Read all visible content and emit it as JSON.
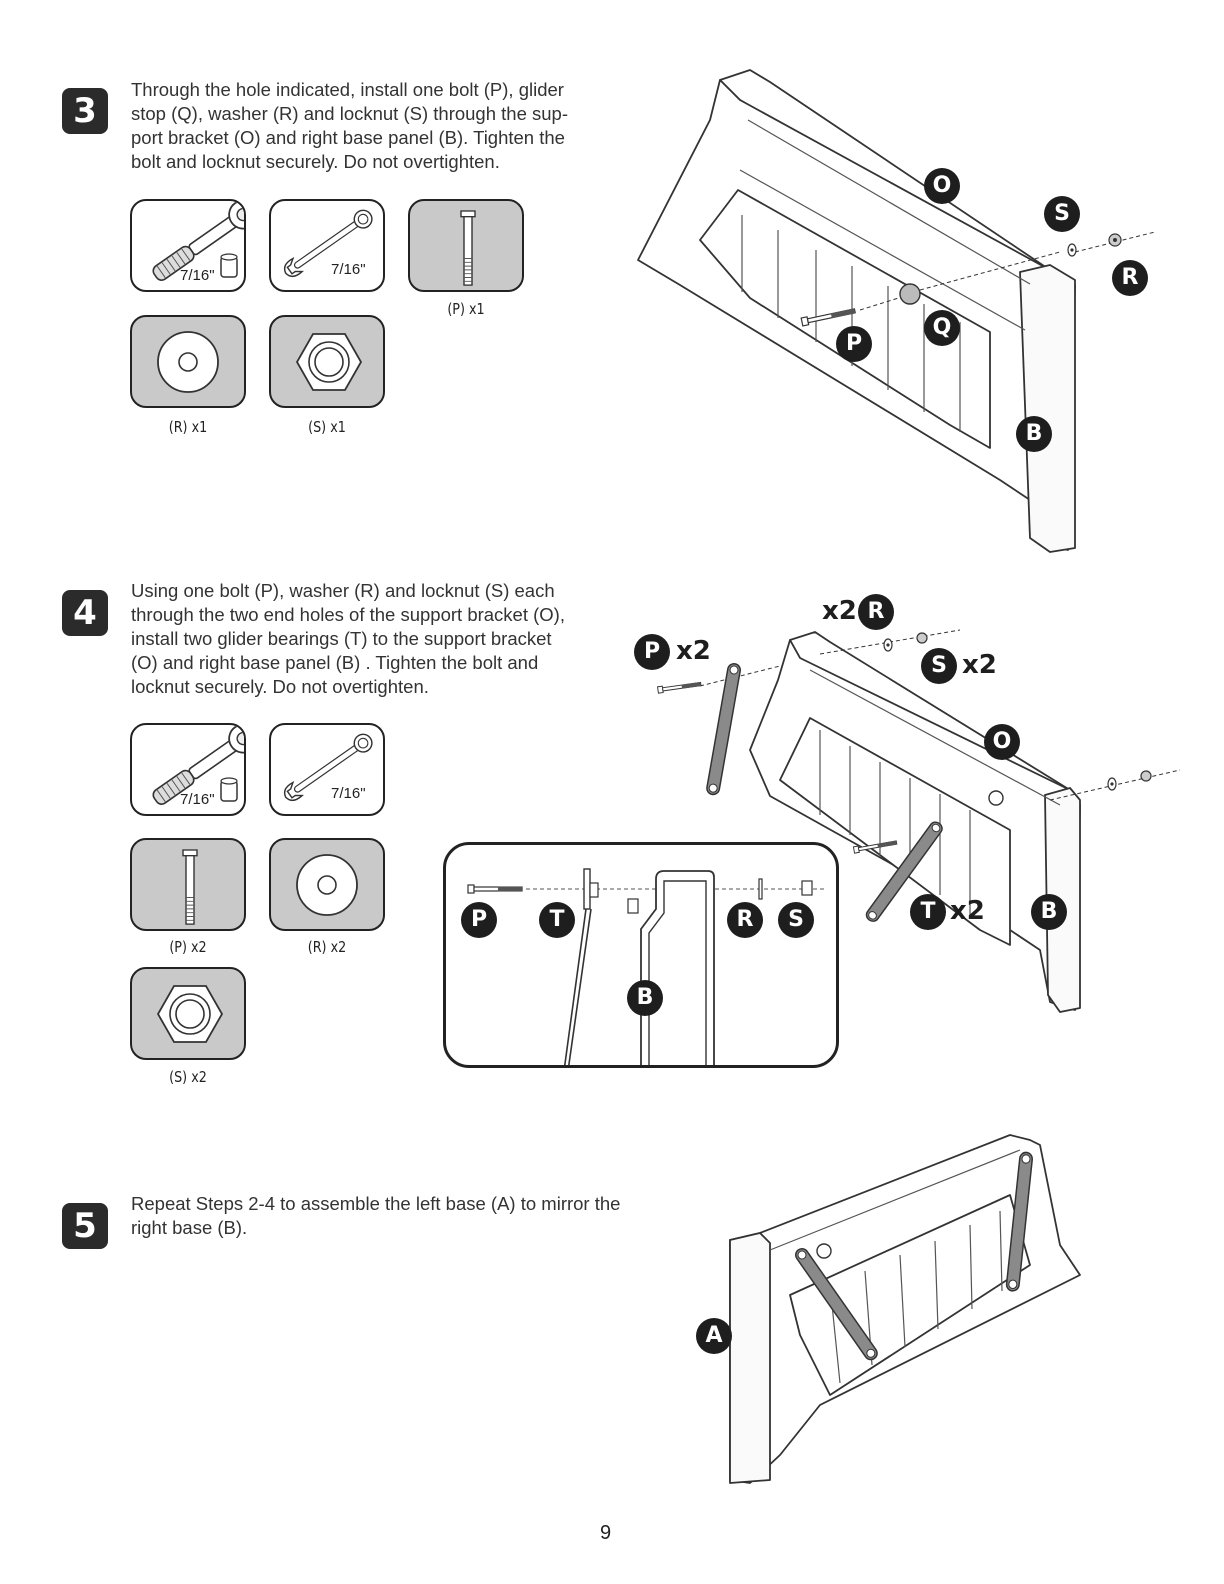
{
  "page_number": "9",
  "steps": [
    {
      "number": "3",
      "text_lines": [
        "Through the hole indicated, install one bolt (P), glider",
        "stop (Q), washer (R) and locknut (S) through the sup-",
        "port bracket (O) and right base panel (B). Tighten the",
        "bolt and locknut securely. Do not overtighten."
      ],
      "tools": [
        {
          "name": "ratchet-and-socket",
          "size": "7/16\""
        },
        {
          "name": "combination-wrench",
          "size": "7/16\""
        }
      ],
      "parts": [
        {
          "name": "bolt",
          "caption": "(P) x1"
        },
        {
          "name": "washer",
          "caption": "(R) x1"
        },
        {
          "name": "locknut",
          "caption": "(S) x1"
        }
      ],
      "callouts": [
        "O",
        "S",
        "R",
        "P",
        "Q",
        "B"
      ]
    },
    {
      "number": "4",
      "text_lines": [
        "Using one bolt (P), washer (R) and locknut (S) each",
        "through the two end holes of the support bracket (O),",
        "install two glider bearings (T) to the support bracket",
        "(O) and right base panel (B) . Tighten the bolt and",
        "locknut securely. Do not overtighten."
      ],
      "tools": [
        {
          "name": "ratchet-and-socket",
          "size": "7/16\""
        },
        {
          "name": "combination-wrench",
          "size": "7/16\""
        }
      ],
      "parts": [
        {
          "name": "bolt",
          "caption": "(P) x2"
        },
        {
          "name": "washer",
          "caption": "(R) x2"
        },
        {
          "name": "locknut",
          "caption": "(S) x2"
        }
      ],
      "callouts": {
        "P": "P",
        "P_qty": "x2",
        "R": "R",
        "R_qty": "x2",
        "S": "S",
        "S_qty": "x2",
        "O": "O",
        "T": "T",
        "T_qty": "x2",
        "B": "B"
      },
      "detail_callouts": [
        "P",
        "T",
        "R",
        "S",
        "B"
      ]
    },
    {
      "number": "5",
      "text_lines": [
        "Repeat Steps 2-4 to assemble the left base (A) to mirror the",
        "right base (B)."
      ],
      "callouts": [
        "A"
      ]
    }
  ]
}
